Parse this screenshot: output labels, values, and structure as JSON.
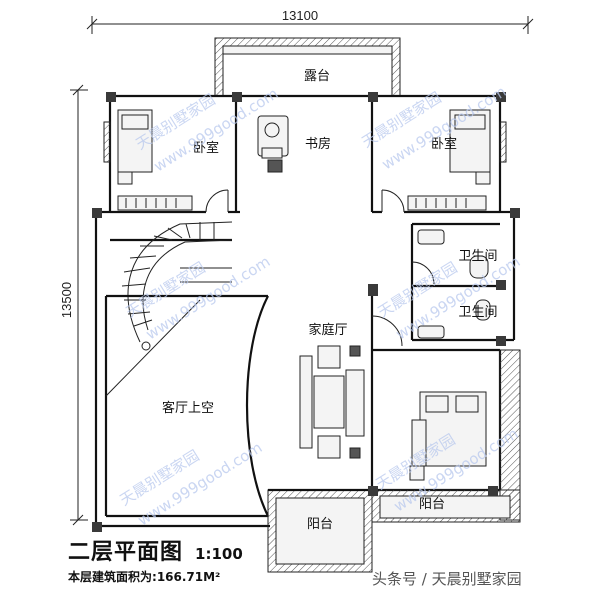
{
  "dimensions": {
    "width_label": "13100",
    "height_label": "13500"
  },
  "rooms": {
    "terrace": "露台",
    "bedroom_left": "卧室",
    "study": "书房",
    "bedroom_right": "卧室",
    "bathroom_1": "卫生间",
    "bathroom_2": "卫生间",
    "family_hall": "家庭厅",
    "living_void": "客厅上空",
    "balcony_bottom": "阳台",
    "balcony_right": "阳台"
  },
  "watermark": {
    "brand": "天晨别墅家园",
    "url": "www.999good.com"
  },
  "title": {
    "text": "二层平面图",
    "scale": "1:100"
  },
  "area": {
    "label": "本层建筑面积为:",
    "value": "166.71M²"
  },
  "source": "头条号 / 天晨别墅家园"
}
